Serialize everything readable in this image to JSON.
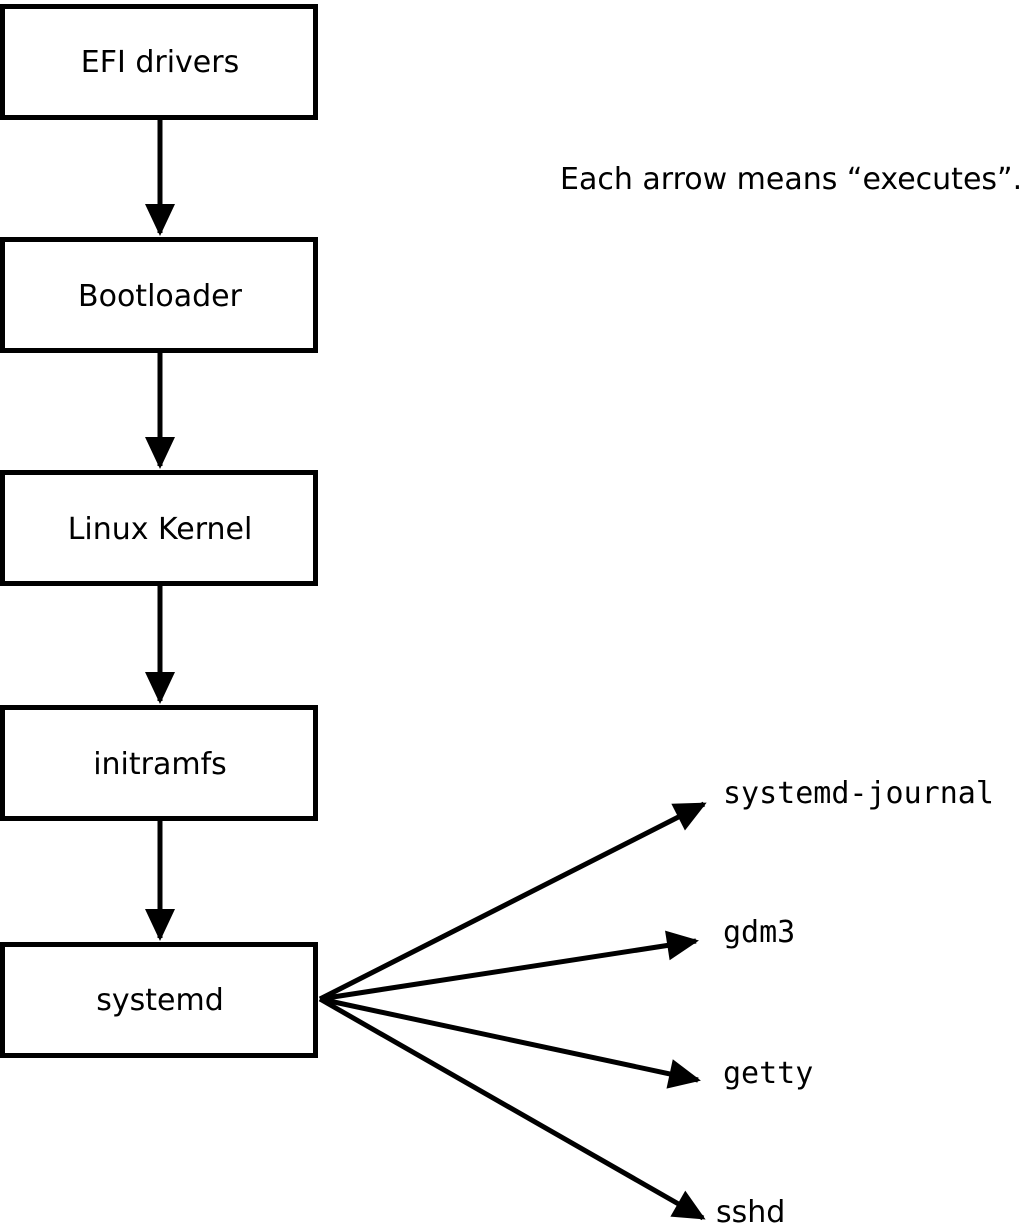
{
  "diagram": {
    "caption": "Each arrow means “executes”.",
    "arrow_meaning": "executes",
    "boot_chain": [
      {
        "label": "EFI drivers"
      },
      {
        "label": "Bootloader"
      },
      {
        "label": "Linux Kernel"
      },
      {
        "label": "initramfs"
      },
      {
        "label": "systemd"
      }
    ],
    "spawned_processes": [
      {
        "label": "systemd-journal"
      },
      {
        "label": "gdm3"
      },
      {
        "label": "getty"
      },
      {
        "label": "sshd"
      }
    ],
    "colors": {
      "foreground": "#000000",
      "background": "#ffffff"
    }
  }
}
